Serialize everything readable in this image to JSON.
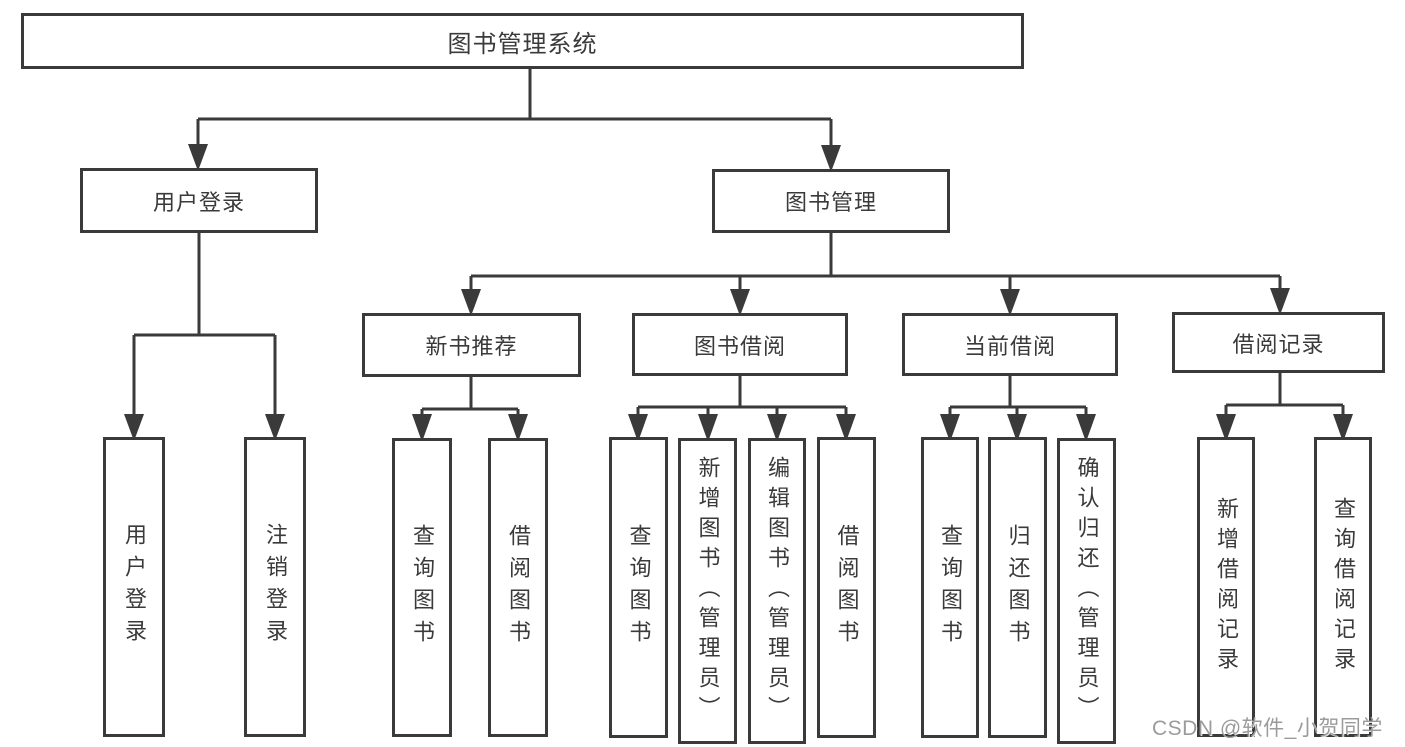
{
  "root": {
    "label": "图书管理系统"
  },
  "level2": [
    {
      "label": "用户登录"
    },
    {
      "label": "图书管理"
    }
  ],
  "level3": [
    {
      "label": "新书推荐"
    },
    {
      "label": "图书借阅"
    },
    {
      "label": "当前借阅"
    },
    {
      "label": "借阅记录"
    }
  ],
  "leaves": {
    "user_login": [
      {
        "label": "用户登录"
      },
      {
        "label": "注销登录"
      }
    ],
    "new_books": [
      {
        "label": "查询图书"
      },
      {
        "label": "借阅图书"
      }
    ],
    "book_borrow": [
      {
        "label": "查询图书"
      },
      {
        "label": "新增图书（管理员）"
      },
      {
        "label": "编辑图书（管理员）"
      },
      {
        "label": "借阅图书"
      }
    ],
    "current_borrow": [
      {
        "label": "查询图书"
      },
      {
        "label": "归还图书"
      },
      {
        "label": "确认归还（管理员）"
      }
    ],
    "borrow_records": [
      {
        "label": "新增借阅记录"
      },
      {
        "label": "查询借阅记录"
      }
    ]
  },
  "watermark": {
    "text": "CSDN @软件_小贺同学"
  },
  "colors": {
    "line": "#3a3a3a",
    "text": "#3a3a3a",
    "box_background": "#ffffff",
    "page_background": "#ffffff",
    "watermark": "#9b9b9b"
  }
}
